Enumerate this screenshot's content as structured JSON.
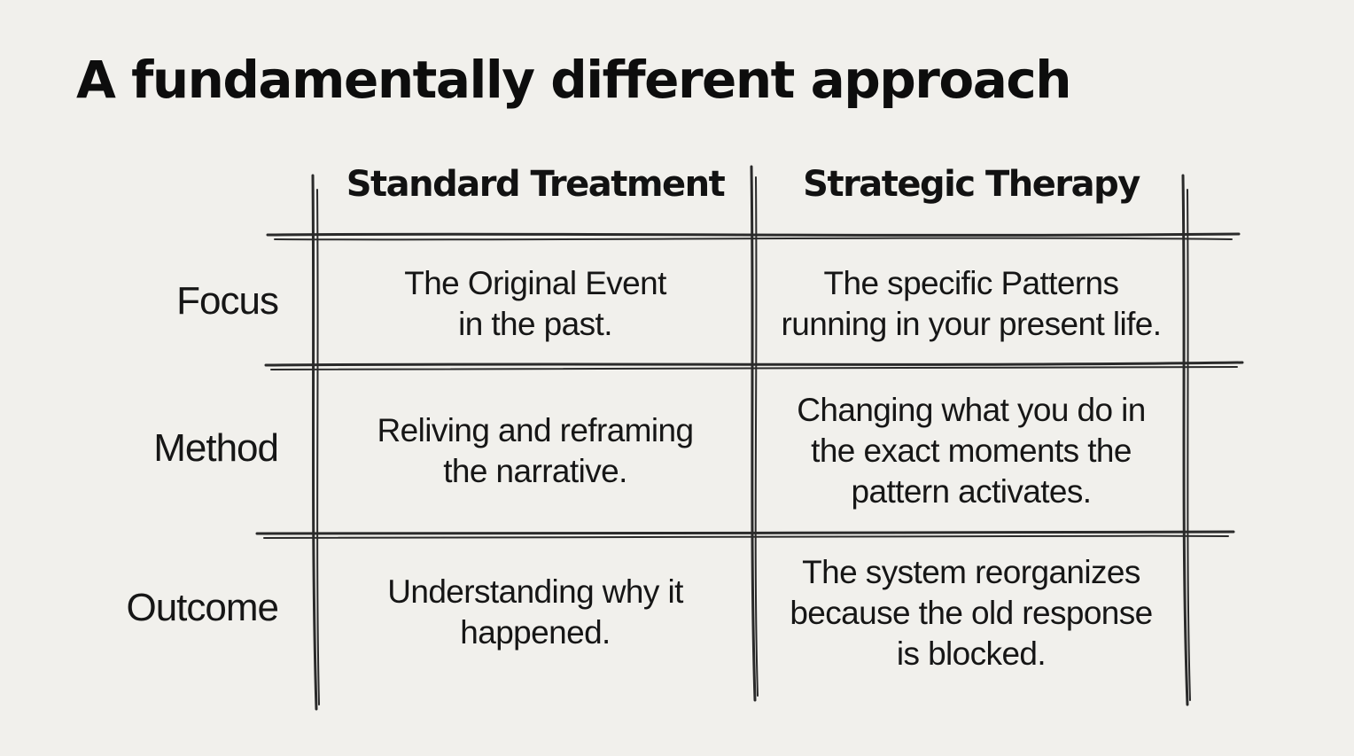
{
  "title": "A fundamentally different approach",
  "columns": [
    "Standard Treatment",
    "Strategic Therapy"
  ],
  "rows": [
    {
      "label": "Focus",
      "standard": [
        "The Original Event",
        "in the past."
      ],
      "strategic": [
        "The specific Patterns",
        "running in your present life."
      ]
    },
    {
      "label": "Method",
      "standard": [
        "Reliving and reframing",
        "the narrative."
      ],
      "strategic": [
        "Changing what you do in",
        "the exact moments the",
        "pattern activates."
      ]
    },
    {
      "label": "Outcome",
      "standard": [
        "Understanding why it",
        "happened."
      ],
      "strategic": [
        "The system reorganizes",
        "because the old response",
        "is blocked."
      ]
    }
  ]
}
